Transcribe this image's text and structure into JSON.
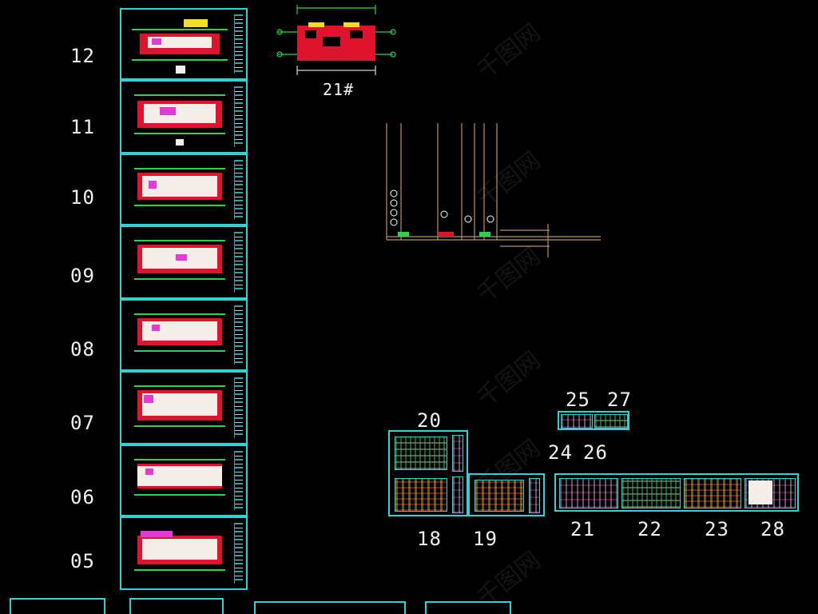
{
  "floor_labels": [
    "12",
    "11",
    "10",
    "09",
    "08",
    "07",
    "06",
    "05"
  ],
  "detail_label": "21#",
  "group_labels": {
    "l20": "20",
    "l18": "18",
    "l19": "19",
    "l25": "25",
    "l27": "27",
    "l24": "24",
    "l26": "26",
    "l21": "21",
    "l22": "22",
    "l23": "23",
    "l28": "28"
  },
  "watermark": "千图网",
  "colors": {
    "frame": "#2fd3d6",
    "wall": "#e0132f",
    "room": "#f3efe8",
    "dim": "#27d44a",
    "section": "#b89060"
  }
}
